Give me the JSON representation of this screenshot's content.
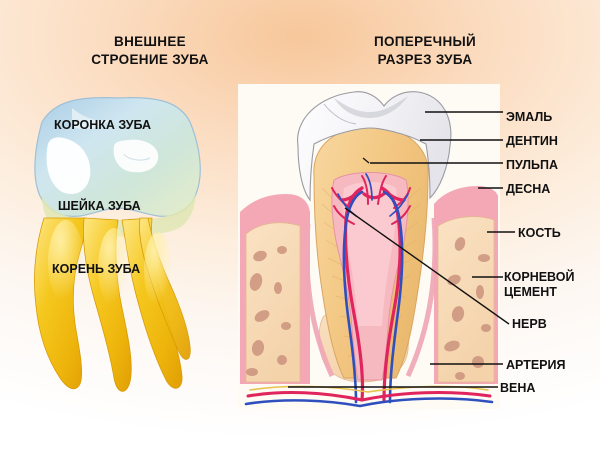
{
  "background": {
    "tint_hex": "#f7c79a",
    "base_hex": "#ffffff"
  },
  "titles": {
    "left": "ВНЕШНЕЕ\nСТРОЕНИЕ ЗУБА",
    "right": "ПОПЕРЕЧНЫЙ\nРАЗРЕЗ ЗУБА"
  },
  "external_tooth": {
    "labels": [
      {
        "key": "crown",
        "text": "КОРОНКА ЗУБА"
      },
      {
        "key": "neck",
        "text": "ШЕЙКА ЗУБА"
      },
      {
        "key": "root",
        "text": "КОРЕНЬ ЗУБА"
      }
    ],
    "colors": {
      "crown_hex": "#bcd8ea",
      "crown_highlight_hex": "#ffffff",
      "crown_tint_hex": "#cfe4d8",
      "root_hex": "#f2c320",
      "root_shadow_hex": "#e0a308",
      "root_highlight_hex": "#fde37a"
    }
  },
  "cross_section": {
    "labels": [
      {
        "key": "enamel",
        "text": "ЭМАЛЬ"
      },
      {
        "key": "dentin",
        "text": "ДЕНТИН"
      },
      {
        "key": "pulp",
        "text": "ПУЛЬПА"
      },
      {
        "key": "gum",
        "text": "ДЕСНА"
      },
      {
        "key": "bone",
        "text": "КОСТЬ"
      },
      {
        "key": "cement",
        "text": "КОРНЕВОЙ\nЦЕМЕНТ"
      },
      {
        "key": "nerve",
        "text": "НЕРВ"
      },
      {
        "key": "artery",
        "text": "АРТЕРИЯ"
      },
      {
        "key": "vein",
        "text": "ВЕНА"
      }
    ],
    "colors": {
      "enamel_hex": "#f2f2f4",
      "dentin_hex": "#f4c988",
      "pulp_hex": "#f7b9c0",
      "gum_hex": "#f4a8b6",
      "bone_hex": "#f7dcb8",
      "marrow_hex": "#c98f7a",
      "artery_hex": "#e0245e",
      "vein_hex": "#2f4fbf",
      "panel_hex": "#fdfbf3",
      "outline_hex": "#6b6b6b",
      "leader_hex": "#111111"
    }
  }
}
